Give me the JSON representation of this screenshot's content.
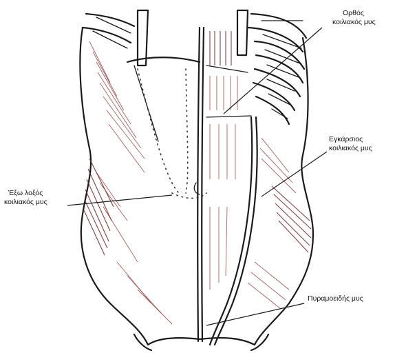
{
  "labels": {
    "rectus": {
      "line1": "Ορθός",
      "line2": "κοιλιακός μυς"
    },
    "transverse": {
      "line1": "Εγκάρσιος",
      "line2": "κοιλιακός μυς"
    },
    "external_oblique": {
      "line1": "Έξω λοξός",
      "line2": "κοιλιακός μυς"
    },
    "pyramidalis": {
      "line1": "Πυραμοειδής μυς"
    }
  },
  "colors": {
    "outline": "#1a1a1a",
    "muscle_fiber": "#8a2a2a",
    "background": "#ffffff"
  }
}
